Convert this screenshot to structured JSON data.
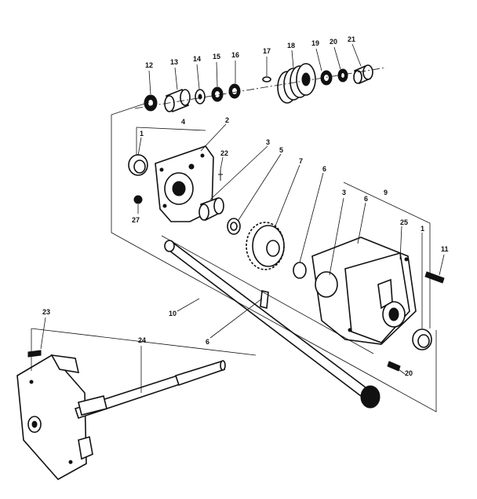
{
  "labels": {
    "p12": "12",
    "p13": "13",
    "p14": "14",
    "p15": "15",
    "p16": "16",
    "p17": "17",
    "p18": "18",
    "p19": "19",
    "p20a": "20",
    "p21": "21",
    "p4": "4",
    "p2": "2",
    "p1a": "1",
    "p22": "22",
    "p3a": "3",
    "p5": "5",
    "p7": "7",
    "p6a": "6",
    "p27": "27",
    "p9": "9",
    "p3b": "3",
    "p6b": "6",
    "p25": "25",
    "p1b": "1",
    "p11": "11",
    "p10": "10",
    "p6c": "6",
    "p23": "23",
    "p24": "24",
    "p20b": "20"
  }
}
